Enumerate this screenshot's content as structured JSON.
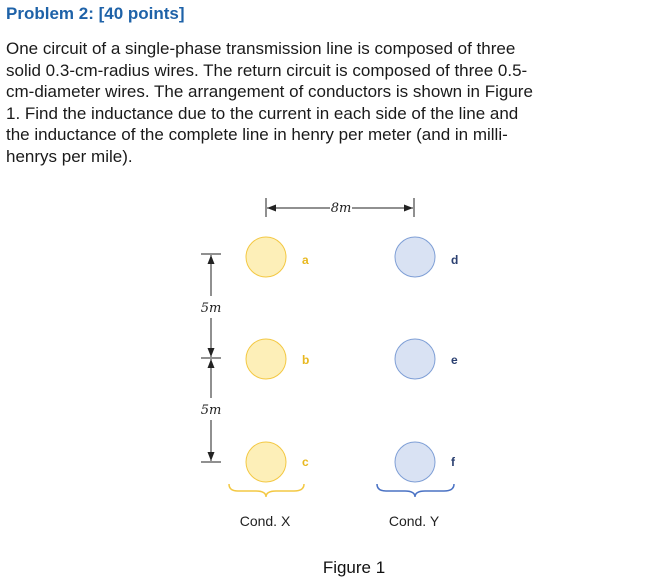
{
  "problem": {
    "title": "Problem 2: [40 points]",
    "lines": [
      "One circuit of a single-phase transmission line is composed of three",
      "solid 0.3-cm-radius wires. The return circuit is composed of three 0.5-",
      "cm-diameter wires. The arrangement of conductors is shown in Figure",
      "1. Find the inductance due to the current in each side of the line and",
      "the inductance of the complete line in henry per meter (and in milli-",
      "henrys per mile)."
    ]
  },
  "figure": {
    "horizontal_spacing_label": "8m",
    "vertical_spacing_labels": [
      "5m",
      "5m"
    ],
    "conductors_x": [
      "a",
      "b",
      "c"
    ],
    "conductors_y": [
      "d",
      "e",
      "f"
    ],
    "group_x_label": "Cond. X",
    "group_y_label": "Cond. Y",
    "caption": "Figure 1",
    "colors": {
      "x_fill": "#fdefb8",
      "x_stroke": "#f3c843",
      "x_letter": "#e8b820",
      "y_fill": "#d9e2f3",
      "y_stroke": "#7f9fd6",
      "y_letter": "#2a3f70",
      "title": "#1e62a8"
    }
  }
}
